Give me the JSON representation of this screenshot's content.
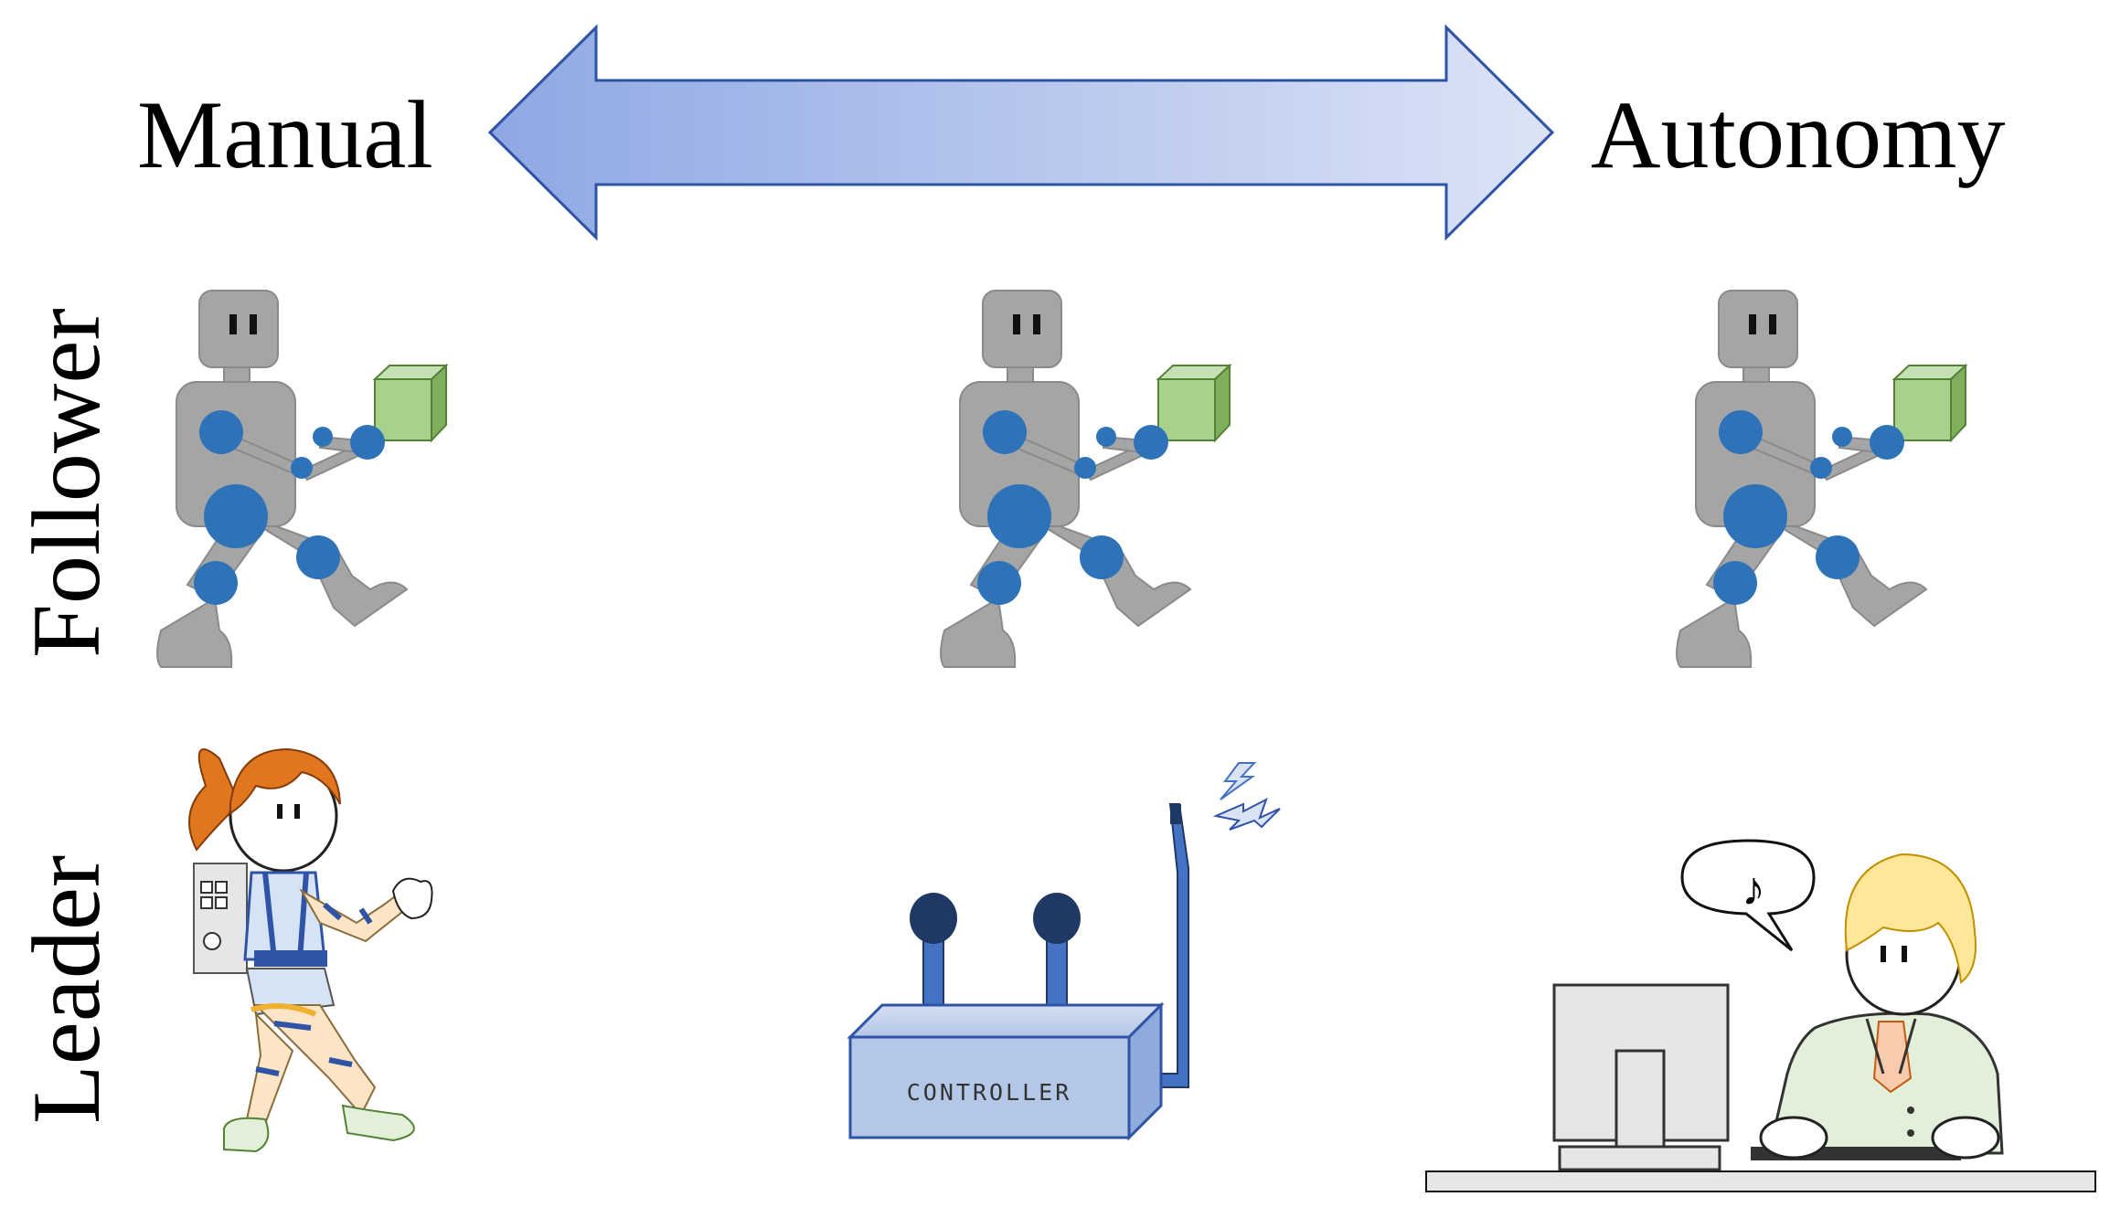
{
  "labels": {
    "spectrum_left": "Manual",
    "spectrum_right": "Autonomy",
    "row_follower": "Follower",
    "row_leader": "Leader"
  },
  "controller": {
    "label": "CONTROLLER"
  },
  "speech": {
    "symbol": "♪"
  },
  "colors": {
    "arrow_left": "#8fa8e4",
    "arrow_right": "#dce3f6",
    "arrow_stroke": "#2f53a5",
    "robot_body": "#a5a5a5",
    "robot_joint": "#2e73b8",
    "cube": "#a9d18e",
    "controller_box": "#b4c7e7",
    "controller_stroke": "#2f53a5",
    "controller_knob": "#203864"
  },
  "icons": [
    "double-headed-arrow",
    "robot-icon",
    "exoskeleton-operator-icon",
    "remote-controller-icon",
    "office-worker-icon"
  ]
}
